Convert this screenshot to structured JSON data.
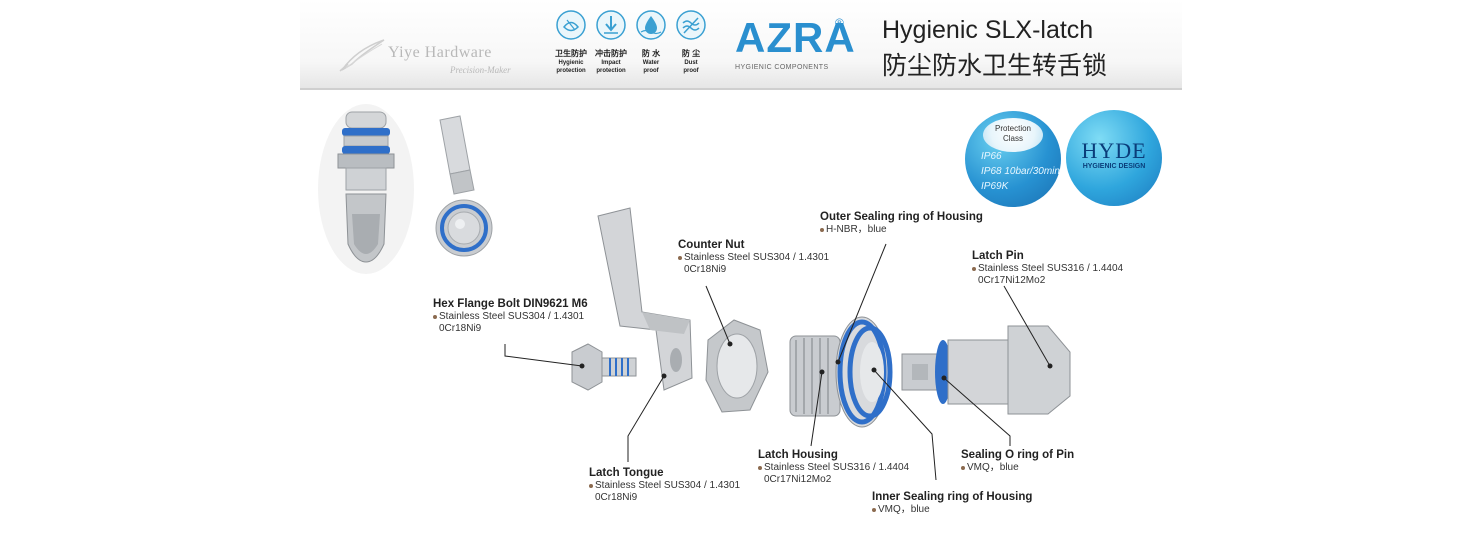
{
  "header": {
    "brand": {
      "name": "Yiye Hardware",
      "tagline": "Precision-Maker"
    },
    "features": [
      {
        "icon": "hygienic-protection-icon",
        "cn": "卫生防护",
        "en1": "Hygienic",
        "en2": "protection"
      },
      {
        "icon": "impact-protection-icon",
        "cn": "冲击防护",
        "en1": "Impact",
        "en2": "protection"
      },
      {
        "icon": "water-proof-icon",
        "cn": "防 水",
        "en1": "Water",
        "en2": "proof"
      },
      {
        "icon": "dust-proof-icon",
        "cn": "防 尘",
        "en1": "Dust",
        "en2": "proof"
      }
    ],
    "azra": {
      "word": "AZRA",
      "reg": "®",
      "sub": "HYGIENIC COMPONENTS"
    },
    "title_en": "Hygienic SLX-latch",
    "title_cn": "防尘防水卫生转舌锁"
  },
  "badges": {
    "protection": {
      "heading1": "Protection",
      "heading2": "Class",
      "lines": [
        "IP66",
        "IP68 10bar/30min",
        "IP69K"
      ]
    },
    "hyde": {
      "title": "HYDE",
      "subtitle": "HYGIENIC DESIGN"
    }
  },
  "parts": [
    {
      "id": "outer-sealing-ring",
      "name": "Outer Sealing ring of Housing",
      "spec": [
        "H-NBR，blue"
      ]
    },
    {
      "id": "counter-nut",
      "name": "Counter Nut",
      "spec": [
        "Stainless Steel SUS304 / 1.4301",
        "0Cr18Ni9"
      ]
    },
    {
      "id": "latch-pin",
      "name": "Latch Pin",
      "spec": [
        "Stainless Steel SUS316 / 1.4404",
        "0Cr17Ni12Mo2"
      ]
    },
    {
      "id": "hex-flange-bolt",
      "name": "Hex Flange Bolt DIN9621 M6",
      "spec": [
        "Stainless Steel SUS304 / 1.4301",
        "0Cr18Ni9"
      ]
    },
    {
      "id": "latch-housing",
      "name": "Latch Housing",
      "spec": [
        "Stainless Steel SUS316 / 1.4404",
        "0Cr17Ni12Mo2"
      ]
    },
    {
      "id": "sealing-o-ring-pin",
      "name": "Sealing O ring of Pin",
      "spec": [
        "VMQ，blue"
      ]
    },
    {
      "id": "latch-tongue",
      "name": "Latch Tongue",
      "spec": [
        "Stainless Steel SUS304 / 1.4301",
        "0Cr18Ni9"
      ]
    },
    {
      "id": "inner-sealing-ring",
      "name": "Inner Sealing ring of Housing",
      "spec": [
        "VMQ，blue"
      ]
    }
  ],
  "colors": {
    "accent_blue": "#2a8fcf",
    "seal_blue": "#2f6fc9",
    "steel": "#c9ccd0"
  }
}
